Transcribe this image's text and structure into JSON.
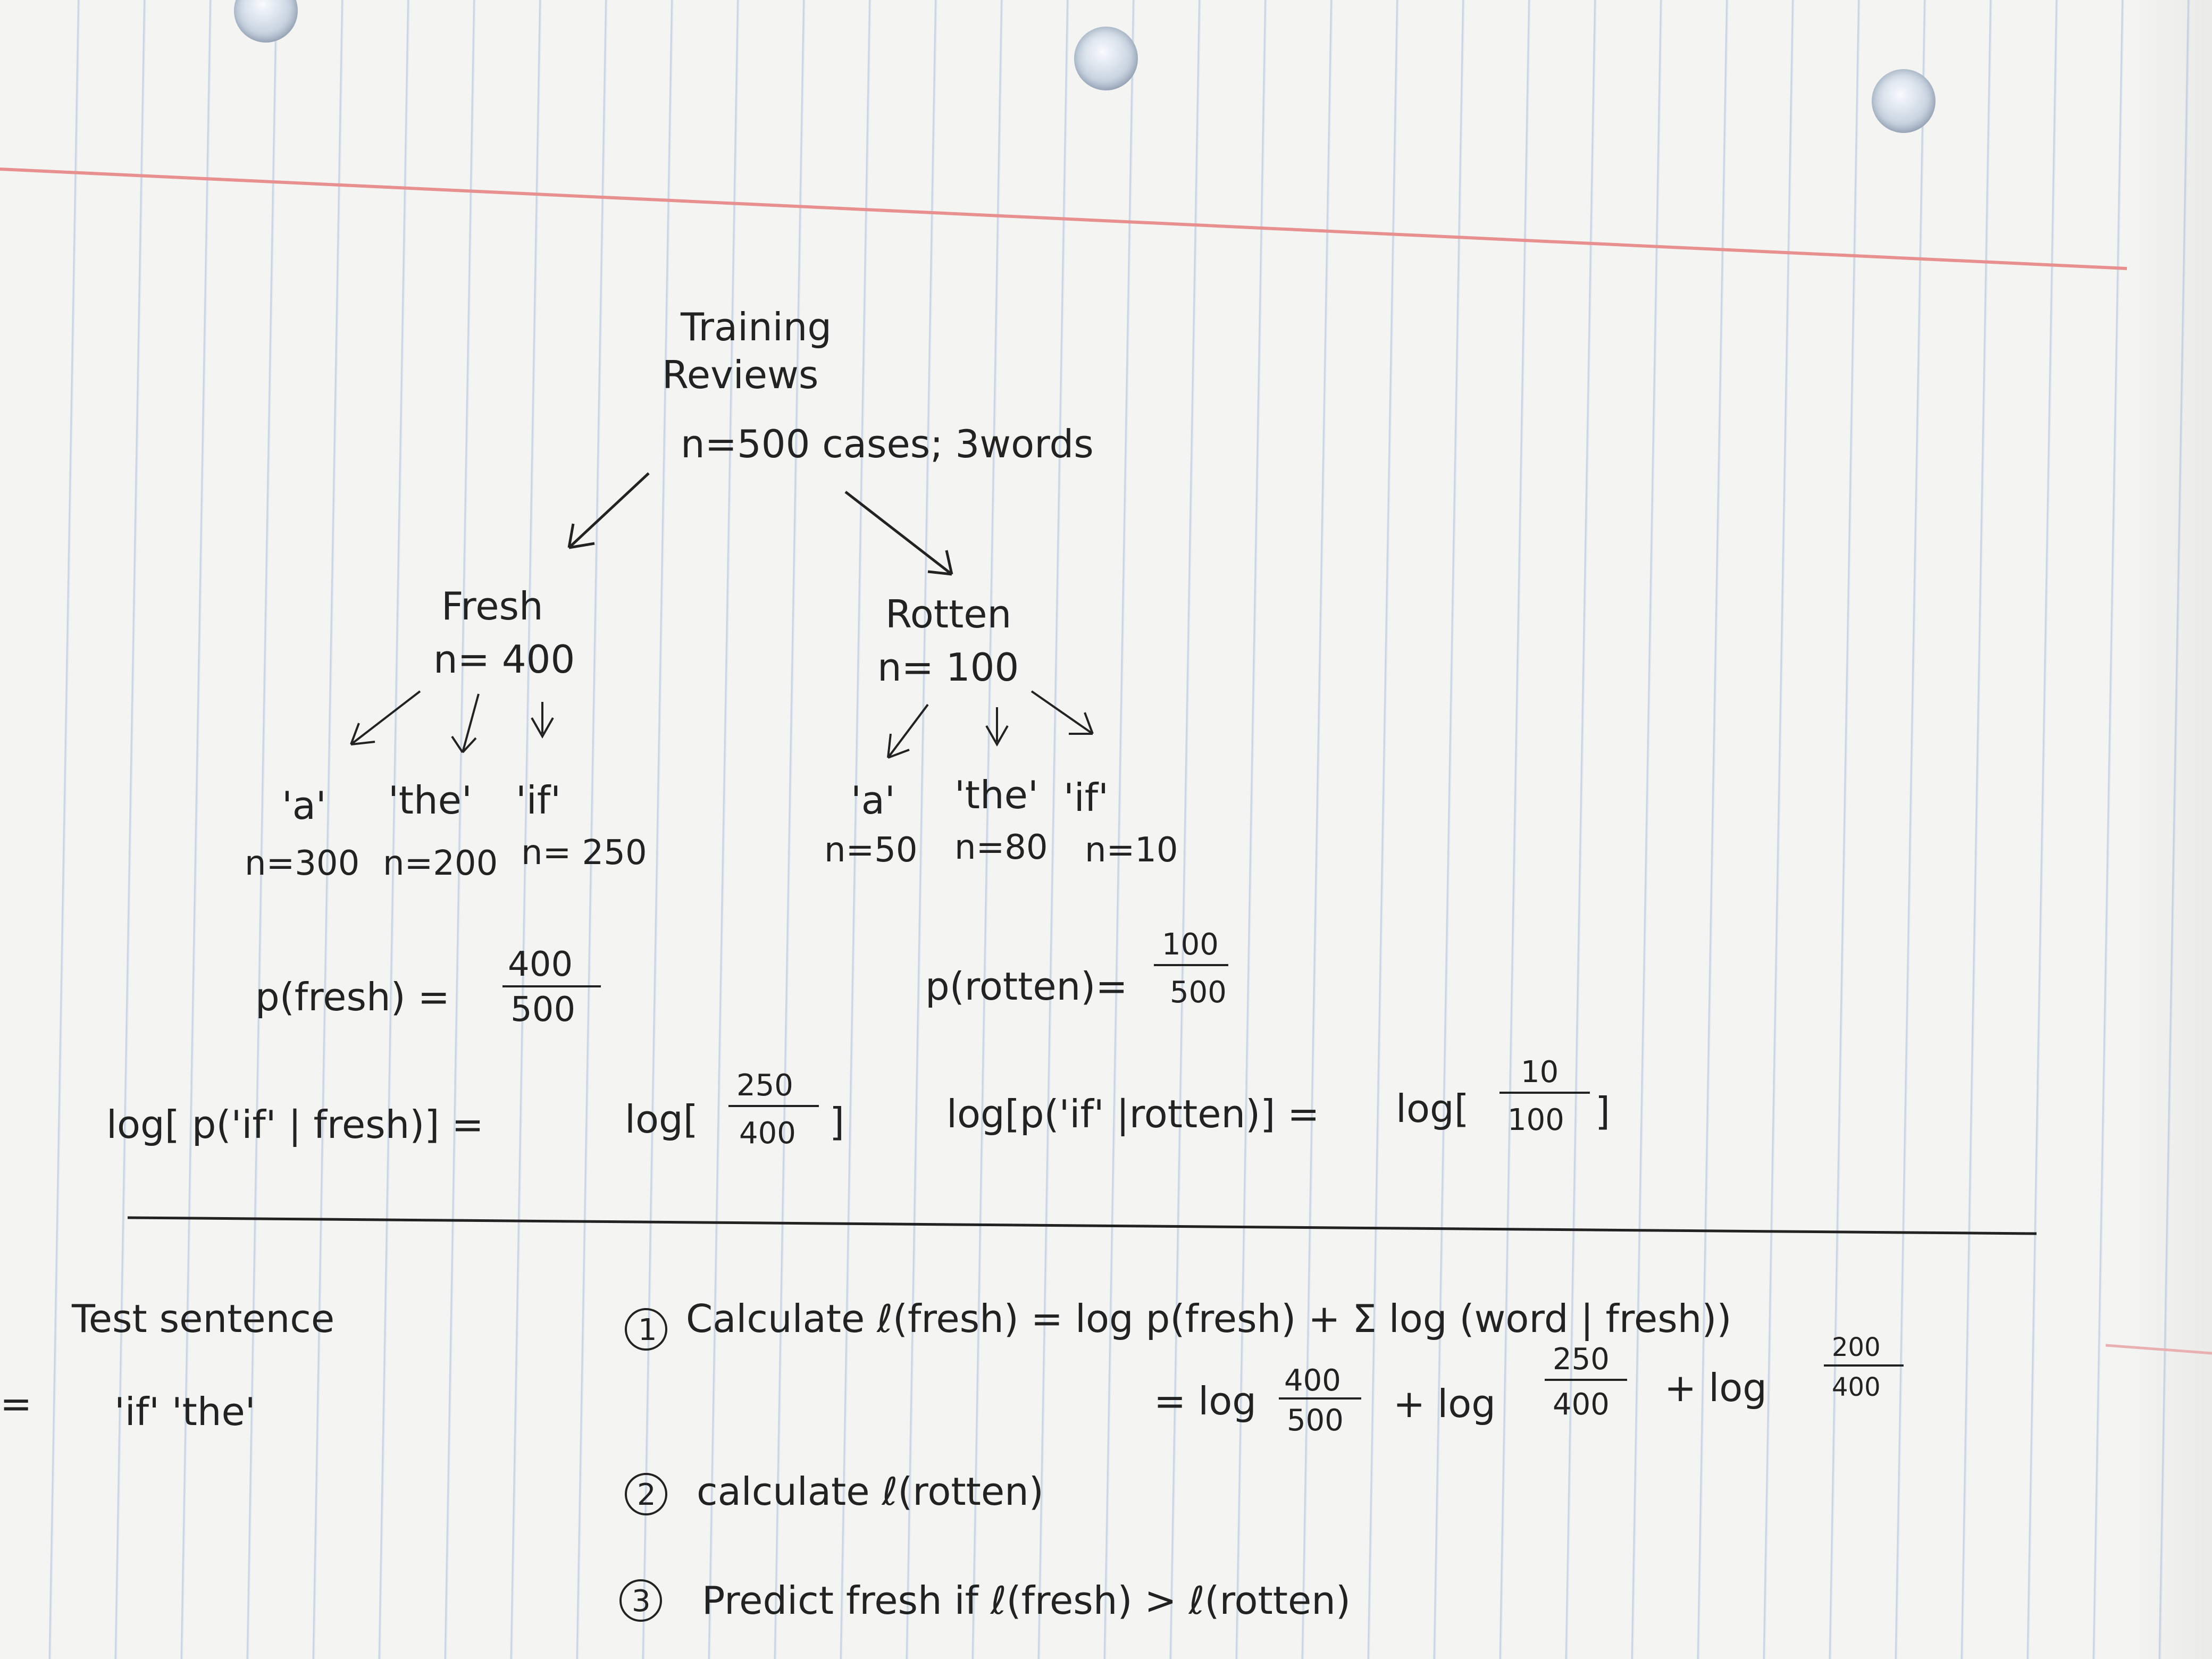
{
  "tree": {
    "root": {
      "line1": "Training",
      "line2": "Reviews",
      "line3": "n=500 cases; 3words"
    },
    "fresh": {
      "label": "Fresh",
      "n": "n= 400",
      "words": [
        {
          "word": "'a'",
          "n": "n=300"
        },
        {
          "word": "'the'",
          "n": "n=200"
        },
        {
          "word": "'if'",
          "n": "n= 250"
        }
      ]
    },
    "rotten": {
      "label": "Rotten",
      "n": "n= 100",
      "words": [
        {
          "word": "'a'",
          "n": "n=50"
        },
        {
          "word": "'the'",
          "n": "n=80"
        },
        {
          "word": "'if'",
          "n": "n=10"
        }
      ]
    }
  },
  "priors": {
    "fresh": {
      "lhs": "p(fresh) =",
      "num": "400",
      "den": "500"
    },
    "rotten": {
      "lhs": "p(rotten)=",
      "num": "100",
      "den": "500"
    }
  },
  "likelihoods": {
    "fresh": {
      "lhs": "log[ p('if' | fresh)] =",
      "rhs": "log[",
      "num": "250",
      "den": "400",
      "close": "]"
    },
    "rotten": {
      "lhs": "log[p('if' |rotten)] =",
      "rhs": "log[",
      "num": "10",
      "den": "100",
      "close": "]"
    }
  },
  "test": {
    "label": "Test sentence",
    "words": "'if' 'the'",
    "eq": "="
  },
  "steps": {
    "s1": {
      "num": "1",
      "line1": "Calculate ℓ(fresh) = log p(fresh) + Σ log (word | fresh))",
      "eq": "= log",
      "t1_num": "400",
      "t1_den": "500",
      "plus1": "+ log",
      "t2_num": "250",
      "t2_den": "400",
      "plus2": "+ log",
      "t3_num": "200",
      "t3_den": "400"
    },
    "s2": {
      "num": "2",
      "text": "calculate ℓ(rotten)"
    },
    "s3": {
      "num": "3",
      "text": "Predict   fresh if ℓ(fresh) > ℓ(rotten)"
    }
  },
  "colors": {
    "ink": "#222222",
    "margin_line": "#e8908f",
    "rule_line": "#96afd2"
  }
}
